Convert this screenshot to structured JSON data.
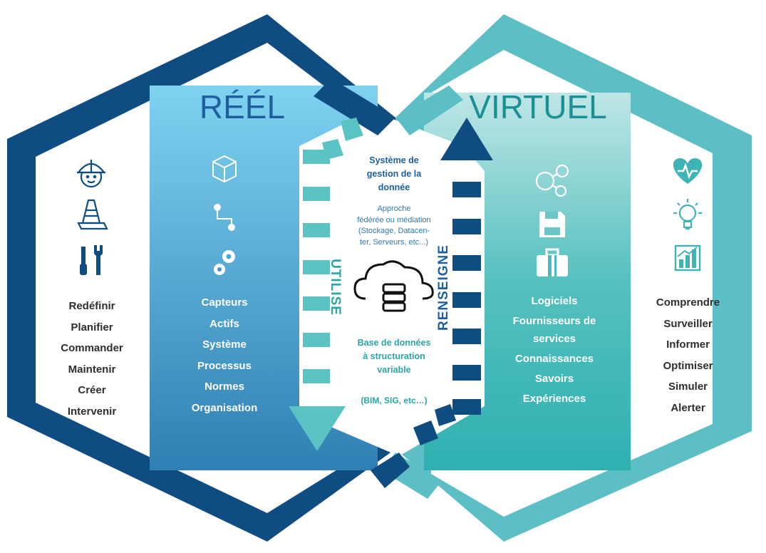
{
  "colors": {
    "reel_dark": "#0f4c81",
    "reel_light": "#62c3e8",
    "virtuel_dark": "#3fb4b6",
    "virtuel_light": "#a8dcdc",
    "accent_blue": "#2a7ab4",
    "accent_teal": "#2ba6a6",
    "text_dark": "#2e2e2e"
  },
  "reel": {
    "title": "RÉÉL",
    "left_list": [
      "Redéfinir",
      "Planifier",
      "Commander",
      "Maintenir",
      "Créer",
      "Intervenir"
    ],
    "left_icons": [
      "worker-helmet-icon",
      "traffic-cone-icon",
      "tools-icon"
    ],
    "inner_list": [
      "Capteurs",
      "Actifs",
      "Système",
      "Processus",
      "Normes",
      "Organisation"
    ],
    "inner_icons": [
      "cube-icon",
      "process-flow-icon",
      "gears-icon"
    ]
  },
  "virtuel": {
    "title": "VIRTUEL",
    "inner_list": [
      "Logiciels",
      "Fournisseurs de",
      "services",
      "Connaissances",
      "Savoirs",
      "Expériences"
    ],
    "inner_icons": [
      "people-network-icon",
      "floppy-disk-icon",
      "briefcase-icon"
    ],
    "right_list": [
      "Comprendre",
      "Surveiller",
      "Informer",
      "Optimiser",
      "Simuler",
      "Alerter"
    ],
    "right_icons": [
      "heart-pulse-icon",
      "lightbulb-icon",
      "growth-chart-icon"
    ]
  },
  "center": {
    "system_title": [
      "Système de",
      "gestion de la",
      "donnée"
    ],
    "system_sub": [
      "Approche",
      "fédérée ou médiation",
      "(Stockage, Datacen-",
      "ter, Serveurs, etc...)"
    ],
    "db_title": [
      "Base de données",
      "à structuration",
      "variable"
    ],
    "db_sub": "(BIM, SIG, etc…)",
    "icon": "cloud-server-icon"
  },
  "arrows": {
    "left_label": "UTILISE",
    "right_label": "RENSEIGNE"
  }
}
